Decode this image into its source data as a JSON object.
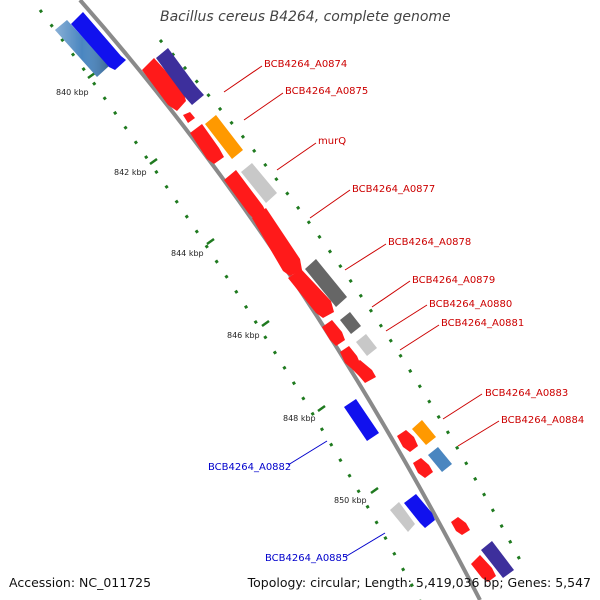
{
  "title": "Bacillus cereus B4264, complete genome",
  "footer": {
    "accession": "Accession: NC_011725",
    "topology": "Topology: circular; Length: 5,419,036 bp; Genes: 5,547"
  },
  "colors": {
    "backbone": "#8a8a8a",
    "tick": "#1f7a1f",
    "red": "#ff1a1a",
    "navy": "#3d2f9c",
    "orange": "#ff9900",
    "lightgray": "#c8c8c8",
    "darkgray": "#666666",
    "steelblue": "#4a86c0",
    "blue": "#1111ee",
    "label_red": "#cc0000",
    "label_blue": "#0000cc"
  },
  "ticks": [
    "840 kbp",
    "842 kbp",
    "844 kbp",
    "846 kbp",
    "848 kbp",
    "850 kbp"
  ],
  "gene_labels": [
    {
      "text": "BCB4264_A0874",
      "color": "red"
    },
    {
      "text": "BCB4264_A0875",
      "color": "red"
    },
    {
      "text": "murQ",
      "color": "red"
    },
    {
      "text": "BCB4264_A0877",
      "color": "red"
    },
    {
      "text": "BCB4264_A0878",
      "color": "red"
    },
    {
      "text": "BCB4264_A0879",
      "color": "red"
    },
    {
      "text": "BCB4264_A0880",
      "color": "red"
    },
    {
      "text": "BCB4264_A0881",
      "color": "red"
    },
    {
      "text": "BCB4264_A0883",
      "color": "red"
    },
    {
      "text": "BCB4264_A0884",
      "color": "red"
    },
    {
      "text": "BCB4264_A0882",
      "color": "blue"
    },
    {
      "text": "BCB4264_A0885",
      "color": "blue"
    }
  ]
}
